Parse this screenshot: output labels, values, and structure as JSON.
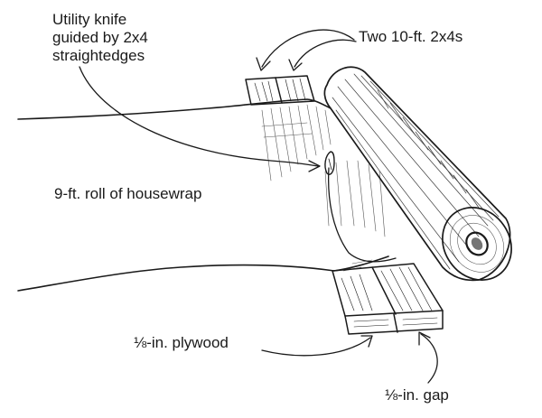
{
  "labels": {
    "knife_line1": "Utility knife",
    "knife_line2": "guided by 2x4",
    "knife_line3": "straightedges",
    "two_by_fours": "Two 10-ft. 2x4s",
    "roll": "9-ft. roll of housewrap",
    "plywood": "⅛-in. plywood",
    "gap": "⅛-in. gap"
  },
  "colors": {
    "ink": "#1a1a1a",
    "paper": "#ffffff"
  }
}
